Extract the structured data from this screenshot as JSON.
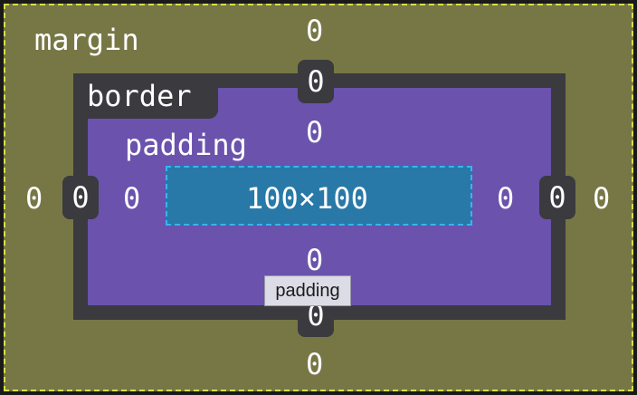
{
  "box_model": {
    "labels": {
      "margin": "margin",
      "border": "border",
      "padding": "padding"
    },
    "margin": {
      "top": "0",
      "right": "0",
      "bottom": "0",
      "left": "0"
    },
    "border": {
      "top": "0",
      "right": "0",
      "bottom": "0",
      "left": "0"
    },
    "padding": {
      "top": "0",
      "right": "0",
      "bottom": "0",
      "left": "0"
    },
    "content_size": "100×100",
    "tooltip": "padding"
  },
  "colors": {
    "margin": "#777746",
    "margin_outline": "#d7e04a",
    "border": "#3a3a3f",
    "padding": "#6a52ad",
    "content": "#2879a8",
    "content_outline": "#35b5f1"
  }
}
